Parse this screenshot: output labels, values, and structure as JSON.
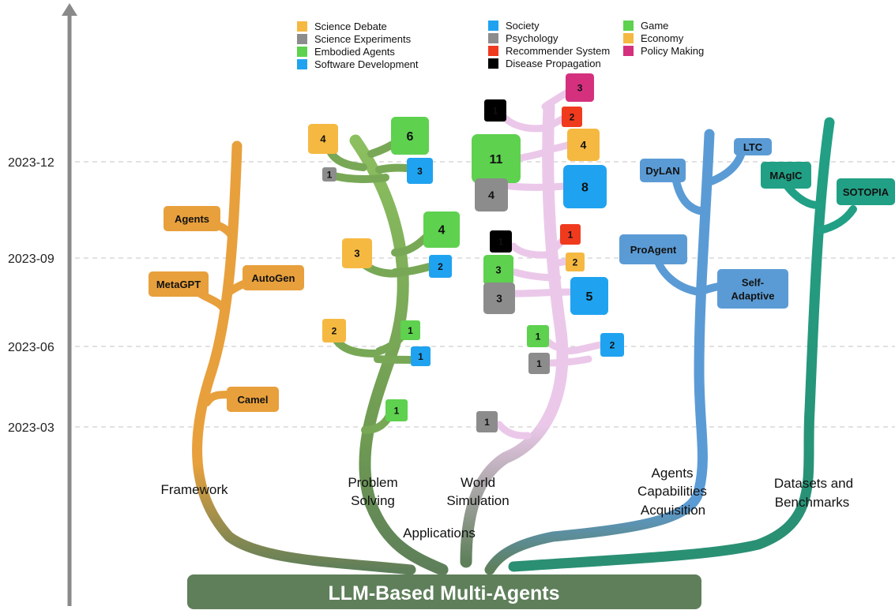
{
  "root": {
    "title": "LLM-Based Multi-Agents",
    "color": "#5e7f5a"
  },
  "timeline": {
    "ticks": [
      "2023-03",
      "2023-06",
      "2023-09",
      "2023-12"
    ]
  },
  "branches": {
    "framework": "Framework",
    "problem_solving": [
      "Problem",
      "Solving"
    ],
    "world_simulation": [
      "World",
      "Simulation"
    ],
    "applications": "Applications",
    "agents_capabilities": [
      "Agents",
      "Capabilities",
      "Acquisition"
    ],
    "datasets": [
      "Datasets and",
      "Benchmarks"
    ]
  },
  "legend_problem_solving": [
    {
      "label": "Science Debate",
      "color": "#f5b942"
    },
    {
      "label": "Science Experiments",
      "color": "#8c8c8c"
    },
    {
      "label": "Embodied Agents",
      "color": "#5ed14f"
    },
    {
      "label": "Software Development",
      "color": "#1fa3f0"
    }
  ],
  "legend_world_sim_1": [
    {
      "label": "Society",
      "color": "#1fa3f0"
    },
    {
      "label": "Psychology",
      "color": "#8c8c8c"
    },
    {
      "label": "Recommender System",
      "color": "#f03a1e"
    },
    {
      "label": "Disease Propagation",
      "color": "#000000"
    }
  ],
  "legend_world_sim_2": [
    {
      "label": "Game",
      "color": "#5ed14f"
    },
    {
      "label": "Economy",
      "color": "#f5b942"
    },
    {
      "label": "Policy Making",
      "color": "#d4307e"
    }
  ],
  "framework_nodes": [
    "Agents",
    "MetaGPT",
    "AutoGen",
    "Camel"
  ],
  "capability_nodes": [
    "DyLAN",
    "LTC",
    "ProAgent",
    [
      "Self-",
      "Adaptive"
    ]
  ],
  "dataset_nodes": [
    "MAgIC",
    "SOTOPIA"
  ],
  "problem_solving_counts": [
    {
      "value": "4",
      "category": "Science Debate"
    },
    {
      "value": "6",
      "category": "Embodied Agents"
    },
    {
      "value": "1",
      "category": "Science Experiments"
    },
    {
      "value": "3",
      "category": "Software Development"
    },
    {
      "value": "4",
      "category": "Embodied Agents"
    },
    {
      "value": "3",
      "category": "Science Debate"
    },
    {
      "value": "2",
      "category": "Software Development"
    },
    {
      "value": "2",
      "category": "Science Debate"
    },
    {
      "value": "1",
      "category": "Embodied Agents"
    },
    {
      "value": "1",
      "category": "Software Development"
    },
    {
      "value": "1",
      "category": "Embodied Agents"
    }
  ],
  "world_simulation_counts": [
    {
      "value": "3",
      "category": "Policy Making"
    },
    {
      "value": "1",
      "category": "Disease Propagation"
    },
    {
      "value": "2",
      "category": "Recommender System"
    },
    {
      "value": "11",
      "category": "Game"
    },
    {
      "value": "4",
      "category": "Economy"
    },
    {
      "value": "4",
      "category": "Psychology"
    },
    {
      "value": "8",
      "category": "Society"
    },
    {
      "value": "1",
      "category": "Disease Propagation"
    },
    {
      "value": "1",
      "category": "Recommender System"
    },
    {
      "value": "2",
      "category": "Economy"
    },
    {
      "value": "3",
      "category": "Game"
    },
    {
      "value": "3",
      "category": "Psychology"
    },
    {
      "value": "5",
      "category": "Society"
    },
    {
      "value": "1",
      "category": "Game"
    },
    {
      "value": "2",
      "category": "Society"
    },
    {
      "value": "1",
      "category": "Psychology"
    },
    {
      "value": "1",
      "category": "Psychology"
    }
  ],
  "colors": {
    "framework": "#e8a03c",
    "problem_solving": "#78a856",
    "world_simulation": "#ebc8ea",
    "capabilities": "#5b9bd5",
    "datasets": "#21a085",
    "axis": "#8a8a8a"
  }
}
